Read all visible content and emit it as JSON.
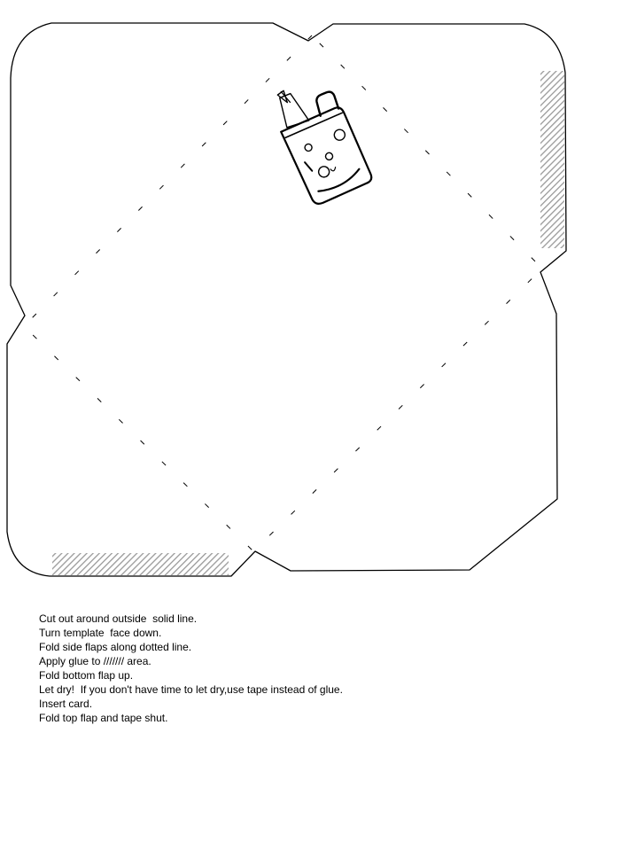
{
  "template": {
    "outline_color": "#000000",
    "glue_area_color": "#999999",
    "glue_bottle_icon": "glue-bottle-icon"
  },
  "instructions": [
    "Cut out around outside  solid line.",
    "Turn template  face down.",
    "Fold side flaps along dotted line.",
    "Apply glue to /////// area.",
    "Fold bottom flap up.",
    "Let dry!  If you don't have time to let dry,use tape instead of glue.",
    "Insert card.",
    "Fold top flap and tape shut."
  ]
}
